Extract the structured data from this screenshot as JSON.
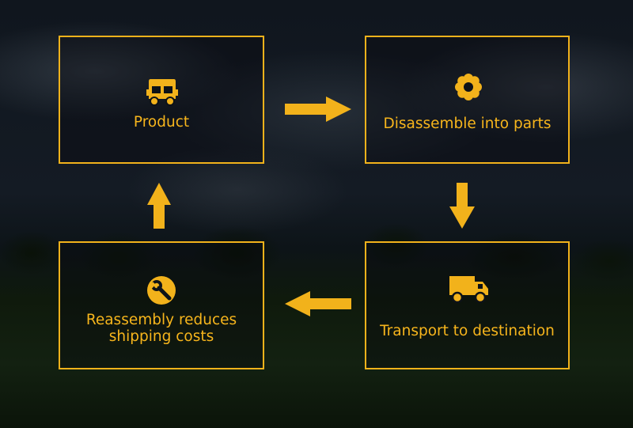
{
  "colors": {
    "accent": "#f2b21b",
    "background": "#10161e"
  },
  "steps": [
    {
      "label": "Product",
      "icon": "auto-rickshaw-icon"
    },
    {
      "label": "Disassemble into parts",
      "icon": "gear-icon"
    },
    {
      "label": "Transport to destination",
      "icon": "delivery-truck-icon"
    },
    {
      "label": "Reassembly reduces shipping costs",
      "label_line1": "Reassembly reduces",
      "label_line2": "shipping costs",
      "icon": "wrench-icon"
    }
  ],
  "arrows": [
    {
      "from": "Product",
      "to": "Disassemble into parts",
      "direction": "right"
    },
    {
      "from": "Disassemble into parts",
      "to": "Transport to destination",
      "direction": "down"
    },
    {
      "from": "Transport to destination",
      "to": "Reassembly reduces shipping costs",
      "direction": "left"
    },
    {
      "from": "Reassembly reduces shipping costs",
      "to": "Product",
      "direction": "up"
    }
  ]
}
